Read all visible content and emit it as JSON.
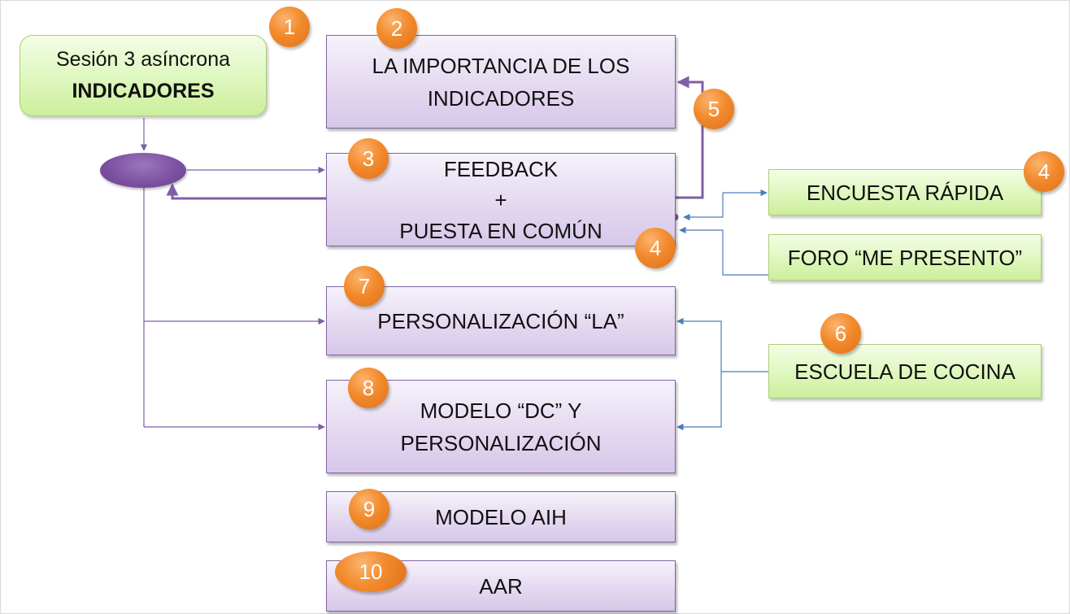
{
  "start_box": {
    "line1": "Sesión 3 asíncrona",
    "line2": "INDICADORES"
  },
  "boxes": {
    "importancia": {
      "line1": "LA IMPORTANCIA DE LOS",
      "line2": "INDICADORES"
    },
    "feedback": {
      "line1": "FEEDBACK",
      "line2": "+",
      "line3": "PUESTA EN COMÚN"
    },
    "personalizacion_la": {
      "text": "PERSONALIZACIÓN “LA”"
    },
    "modelo_dc": {
      "line1": "MODELO “DC” Y",
      "line2": "PERSONALIZACIÓN"
    },
    "modelo_aih": {
      "text": "MODELO AIH"
    },
    "aar": {
      "text": "AAR"
    },
    "encuesta": {
      "text": "ENCUESTA RÁPIDA"
    },
    "foro": {
      "text": "FORO “ME PRESENTO”"
    },
    "escuela": {
      "text": "ESCUELA DE COCINA"
    }
  },
  "badges": {
    "b1": "1",
    "b2": "2",
    "b3": "3",
    "b4a": "4",
    "b4b": "4",
    "b5": "5",
    "b6": "6",
    "b7": "7",
    "b8": "8",
    "b9": "9",
    "b10": "10"
  },
  "colors": {
    "purple_box": "#e4d9f0",
    "purple_border": "#8064a2",
    "green_box": "#def7bd",
    "badge_orange": "#f28a2c",
    "connector_purple": "#7f5fa6",
    "connector_blue": "#4a7ebb"
  }
}
